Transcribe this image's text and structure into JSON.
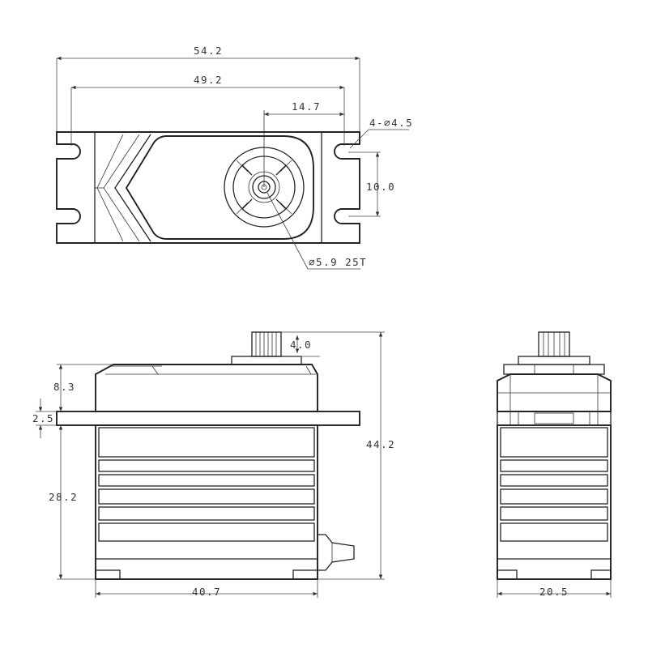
{
  "labels": {
    "overall_width": "54.2",
    "hole_spacing_width": "49.2",
    "shaft_offset": "14.7",
    "mount_holes": "4-⌀4.5",
    "hole_spacing_height": "10.0",
    "spline": "⌀5.9 25T",
    "spline_height": "4.0",
    "flange_to_top": "8.3",
    "flange_thickness": "2.5",
    "total_height": "44.2",
    "body_height": "28.2",
    "body_length": "40.7",
    "body_width": "20.5"
  }
}
